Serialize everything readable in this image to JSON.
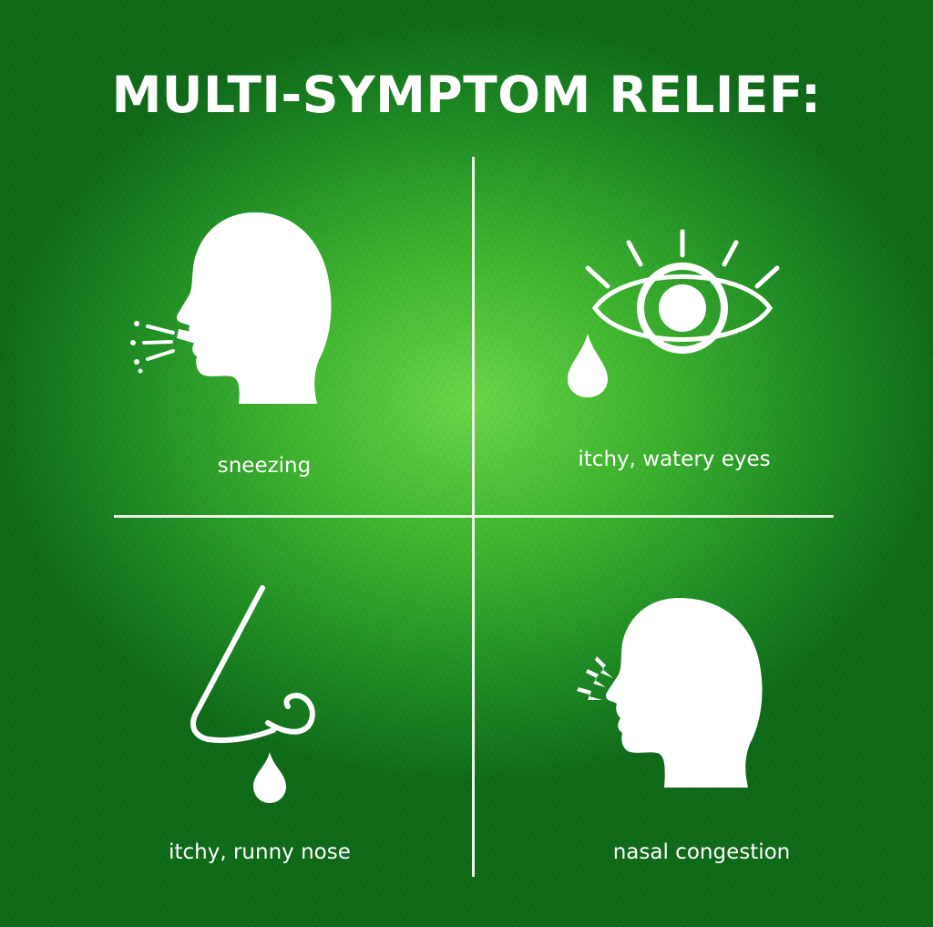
{
  "title": "MULTI-SYMPTOM RELIEF:",
  "colors": {
    "background_center": "#69d648",
    "background_edge": "#0f6a18",
    "foreground": "#ffffff",
    "divider": "#eaf7e4"
  },
  "symptoms": [
    {
      "label": "sneezing",
      "icon": "sneezing-head-icon"
    },
    {
      "label": "itchy, watery eyes",
      "icon": "watery-eye-icon"
    },
    {
      "label": "itchy, runny nose",
      "icon": "runny-nose-icon"
    },
    {
      "label": "nasal congestion",
      "icon": "congestion-head-icon"
    }
  ]
}
